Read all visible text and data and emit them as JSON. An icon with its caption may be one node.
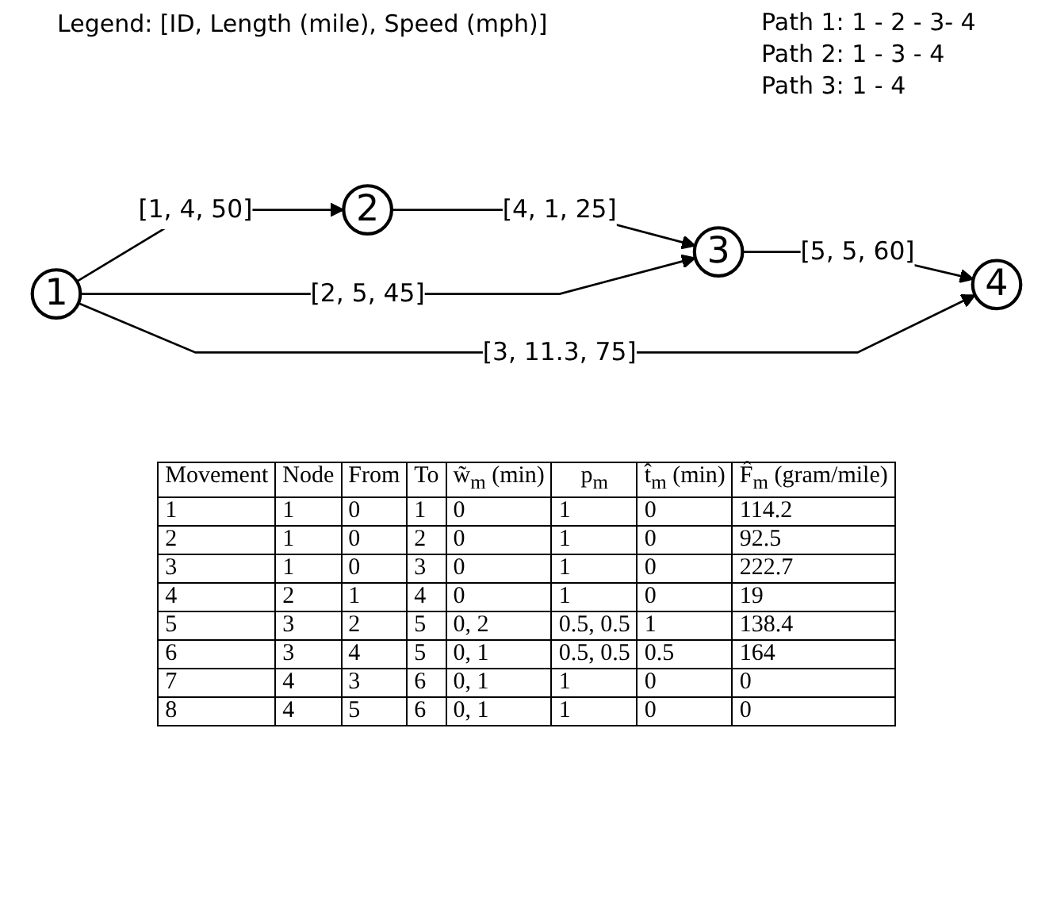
{
  "diagram": {
    "nodes": [
      {
        "text": [
          "1"
        ]
      },
      {
        "text": [
          "2"
        ]
      },
      {
        "text": [
          "3"
        ]
      },
      {
        "text": [
          "4"
        ]
      }
    ],
    "edges": [
      {
        "from": 0,
        "to": 1,
        "arrow": "to",
        "label": "[1, 4, 50]"
      },
      {
        "from": 1,
        "to": 2,
        "arrow": "to",
        "label": "[4, 1, 25]"
      },
      {
        "from": 0,
        "to": 2,
        "arrow": "to",
        "label": "[2, 5, 45]"
      },
      {
        "from": 2,
        "to": 3,
        "arrow": "to",
        "label": "[5, 5, 60]"
      },
      {
        "from": 0,
        "to": 3,
        "arrow": "to",
        "label": "[3, 11.3, 75]"
      }
    ],
    "labels": [
      "Legend: [ID, Length (mile), Speed (mph)]",
      "Path 1: 1 - 2 - 3- 4",
      "Path 2: 1 - 3 - 4",
      "Path 3: 1 - 4",
      "Movement",
      "Node",
      "From",
      "To",
      "w̃$_{m}$ (min)",
      "p$_{m}$",
      "t̂$_{m}$ (min)",
      "F̂$_{m}$ (gram/mile)",
      "1",
      "1",
      "0",
      "1",
      "0",
      "1",
      "0",
      "114.2",
      "2",
      "1",
      "0",
      "2",
      "0",
      "1",
      "0",
      "92.5",
      "3",
      "1",
      "0",
      "3",
      "0",
      "1",
      "0",
      "222.7",
      "4",
      "2",
      "1",
      "4",
      "0",
      "1",
      "0",
      "19",
      "5",
      "3",
      "2",
      "5",
      "0, 2",
      "0.5, 0.5",
      "1",
      "138.4",
      "6",
      "3",
      "4",
      "5",
      "0, 1",
      "0.5, 0.5",
      "0.5",
      "164",
      "7",
      "4",
      "3",
      "6",
      "0, 1",
      "1",
      "0",
      "0",
      "8",
      "4",
      "5",
      "6",
      "0, 1",
      "1",
      "0",
      "0"
    ]
  }
}
